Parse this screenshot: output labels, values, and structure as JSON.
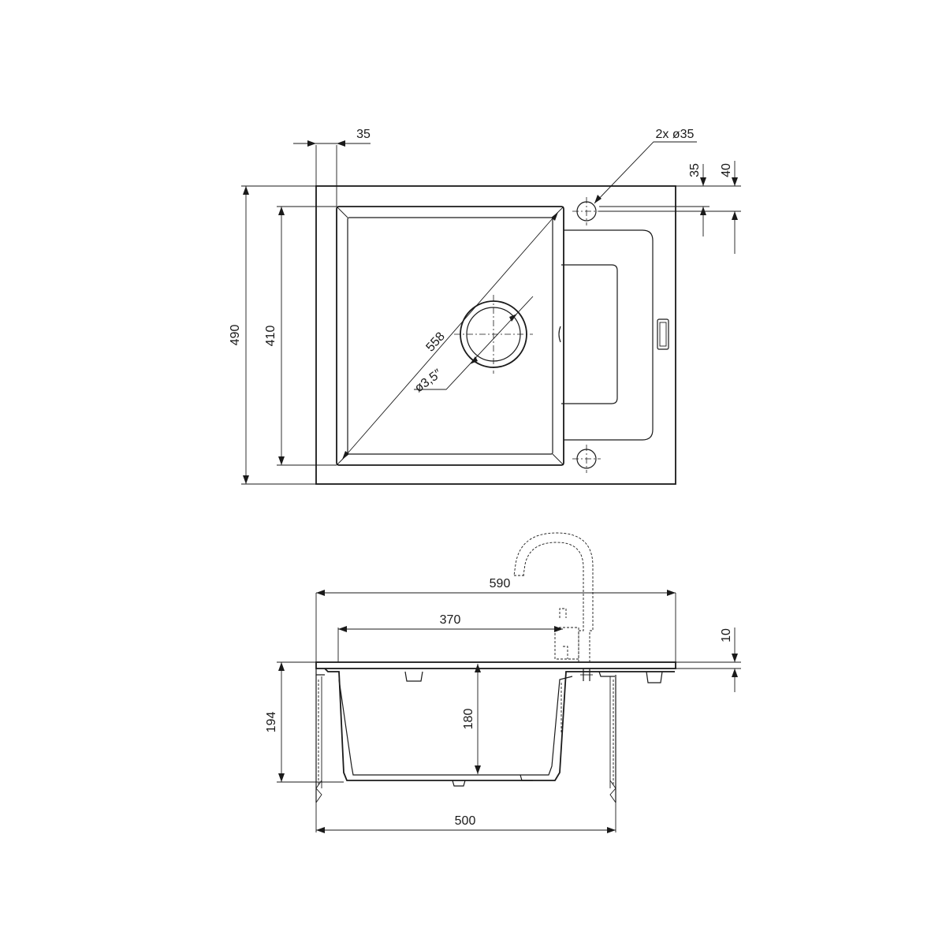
{
  "top_view": {
    "dims": {
      "overall_depth": "490",
      "bowl_depth": "410",
      "edge_offset": "35",
      "tap_holes": "2x ø35",
      "hole_offset_a": "35",
      "hole_offset_b": "40",
      "diagonal": "558",
      "drain": "ø3,5″"
    }
  },
  "section_view": {
    "dims": {
      "overall_width": "590",
      "bowl_width": "370",
      "rim_thickness": "10",
      "overall_height": "194",
      "bowl_height": "180",
      "cabinet_width": "500"
    }
  }
}
